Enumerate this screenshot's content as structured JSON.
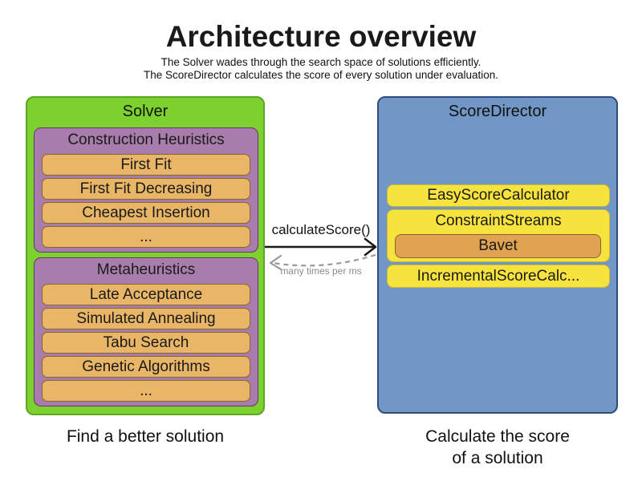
{
  "page": {
    "title": "Architecture overview",
    "subtitle_line1": "The Solver wades through the search space of solutions efficiently.",
    "subtitle_line2": "The ScoreDirector calculates the score of every solution under evaluation."
  },
  "solver": {
    "title": "Solver",
    "caption": "Find a better solution",
    "groups": [
      {
        "title": "Construction Heuristics",
        "items": [
          "First Fit",
          "First Fit Decreasing",
          "Cheapest Insertion",
          "..."
        ]
      },
      {
        "title": "Metaheuristics",
        "items": [
          "Late Acceptance",
          "Simulated Annealing",
          "Tabu Search",
          "Genetic Algorithms",
          "..."
        ]
      }
    ]
  },
  "score_director": {
    "title": "ScoreDirector",
    "caption_line1": "Calculate the score",
    "caption_line2": "of a solution",
    "calculators": [
      "EasyScoreCalculator",
      "ConstraintStreams",
      "IncrementalScoreCalc..."
    ],
    "constraint_streams_impl": "Bavet"
  },
  "flow": {
    "call_label": "calculateScore()",
    "frequency_label": "many times per ms"
  },
  "colors": {
    "solver_fill": "#7dd12f",
    "solver_border": "#5aa726",
    "phase_fill": "#a87cab",
    "phase_border": "#67356b",
    "algorithm_fill": "#e9b566",
    "algorithm_border": "#8a652c",
    "score_director_fill": "#7297c6",
    "score_director_border": "#2e4d7b",
    "calculator_fill": "#f6e33e",
    "calculator_border": "#c9b832",
    "bavet_fill": "#e0a351",
    "call_arrow": "#1a1a1a",
    "return_arrow": "#999999"
  }
}
